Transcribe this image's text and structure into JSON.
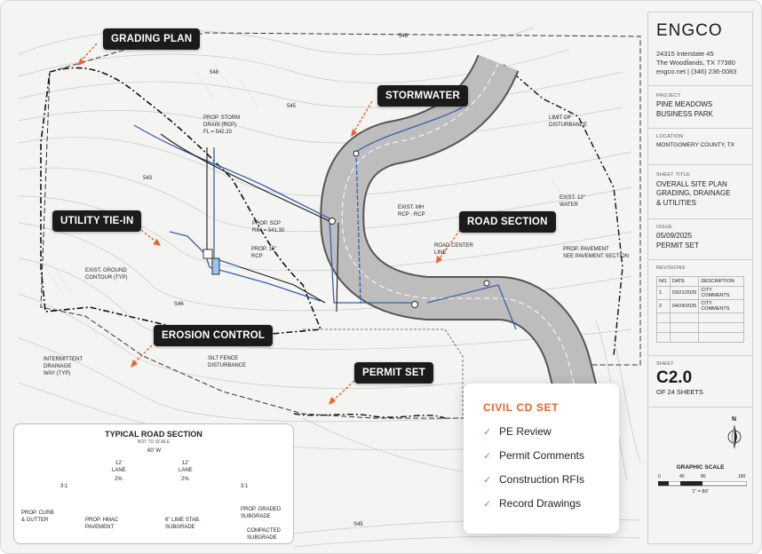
{
  "callouts": {
    "grading_plan": "GRADING PLAN",
    "stormwater": "STORMWATER",
    "utility_tie_in": "UTILITY TIE-IN",
    "road_section": "ROAD SECTION",
    "erosion_control": "EROSION CONTROL",
    "permit_set": "PERMIT SET"
  },
  "plan_labels": {
    "prop_storm": "PROP. STORM\nDRAIN (RCP)\nFL = 542.20",
    "limit_disturbance": "LIMIT OF\nDISTURBANCE",
    "prop_15_rcp": "PROP. 15\"\nRCP",
    "prop_rim": "PROP. SCP\nRIM = 541.30",
    "exist_ground": "EXIST. GROUND\nCONTOUR (TYP)",
    "exist_mh": "EXIST. MH\nRCP · RCP",
    "exist_water": "EXIST. 12\"\nWATER",
    "road_center": "ROAD CENTER\nLINE",
    "prop_pavement": "PROP. PAVEMENT\nSEE PAVEMENT SECTION",
    "intermittent": "INTERMITTENT\nDRAINAGE\nWAY (TYP)",
    "silt_fence": "SILT FENCE\nDISTURBANCE",
    "c546": "546",
    "c548": "548",
    "c545": "545",
    "c543": "543",
    "c546b": "S46",
    "c545b": "S45"
  },
  "title_block": {
    "company": "ENGCO",
    "address_1": "24315 Interstate 45",
    "address_2": "The Woodlands, TX 77380",
    "contact": "engco.net | (346) 236-0083",
    "project_caption": "PROJECT",
    "project_name": "PINE MEADOWS\nBUSINESS PARK",
    "location_caption": "LOCATION",
    "location": "MONTGOMERY COUNTY, TX",
    "sheet_title_caption": "SHEET TITLE",
    "sheet_title": "OVERALL SITE PLAN\nGRADING, DRAINAGE\n& UTILITIES",
    "issue_caption": "ISSUE",
    "issue_date": "05/09/2025",
    "issue_type": "PERMIT SET",
    "revisions_caption": "REVISIONS",
    "revisions": {
      "headers": [
        "NO.",
        "DATE",
        "DESCRIPTION"
      ],
      "rows": [
        [
          "1",
          "03/21/2025",
          "CITY COMMENTS"
        ],
        [
          "2",
          "04/24/2025",
          "CITY COMMENTS"
        ]
      ]
    },
    "sheet_caption": "SHEET",
    "sheet_number": "C2.0",
    "sheet_of": "OF  24 SHEETS",
    "north": "N",
    "graphic_scale": "GRAPHIC SCALE",
    "scale_ticks": [
      "0",
      "40",
      "80",
      "160"
    ],
    "scale_note": "1\" = 80'"
  },
  "card": {
    "title": "CIVIL CD SET",
    "items": [
      "PE Review",
      "Permit Comments",
      "Construction RFIs",
      "Record Drawings"
    ]
  },
  "road_section": {
    "title": "TYPICAL ROAD SECTION",
    "subtitle": "NOT TO SCALE",
    "row_width": "60' W",
    "lane_left": "12'\nLANE",
    "lane_right": "12'\nLANE",
    "slope_left": "2%",
    "slope_right": "2%",
    "side_slope_left": "3:1",
    "side_slope_right": "3:1",
    "curb": "PROP. CURB\n& GUTTER",
    "hmac": "PROP. HMAC\nPAVEMENT",
    "lime": "6\" LIME STAB.\nSUBGRADE",
    "graded": "PROP. GRADED\nSUBGRADE",
    "compacted": "COMPACTED\nSUBGRADE"
  },
  "colors": {
    "accent": "#e8662b",
    "callout_bg": "#1b1b1b",
    "utility_blue": "#3b5fb0",
    "road_fill": "#bdbdbd"
  }
}
